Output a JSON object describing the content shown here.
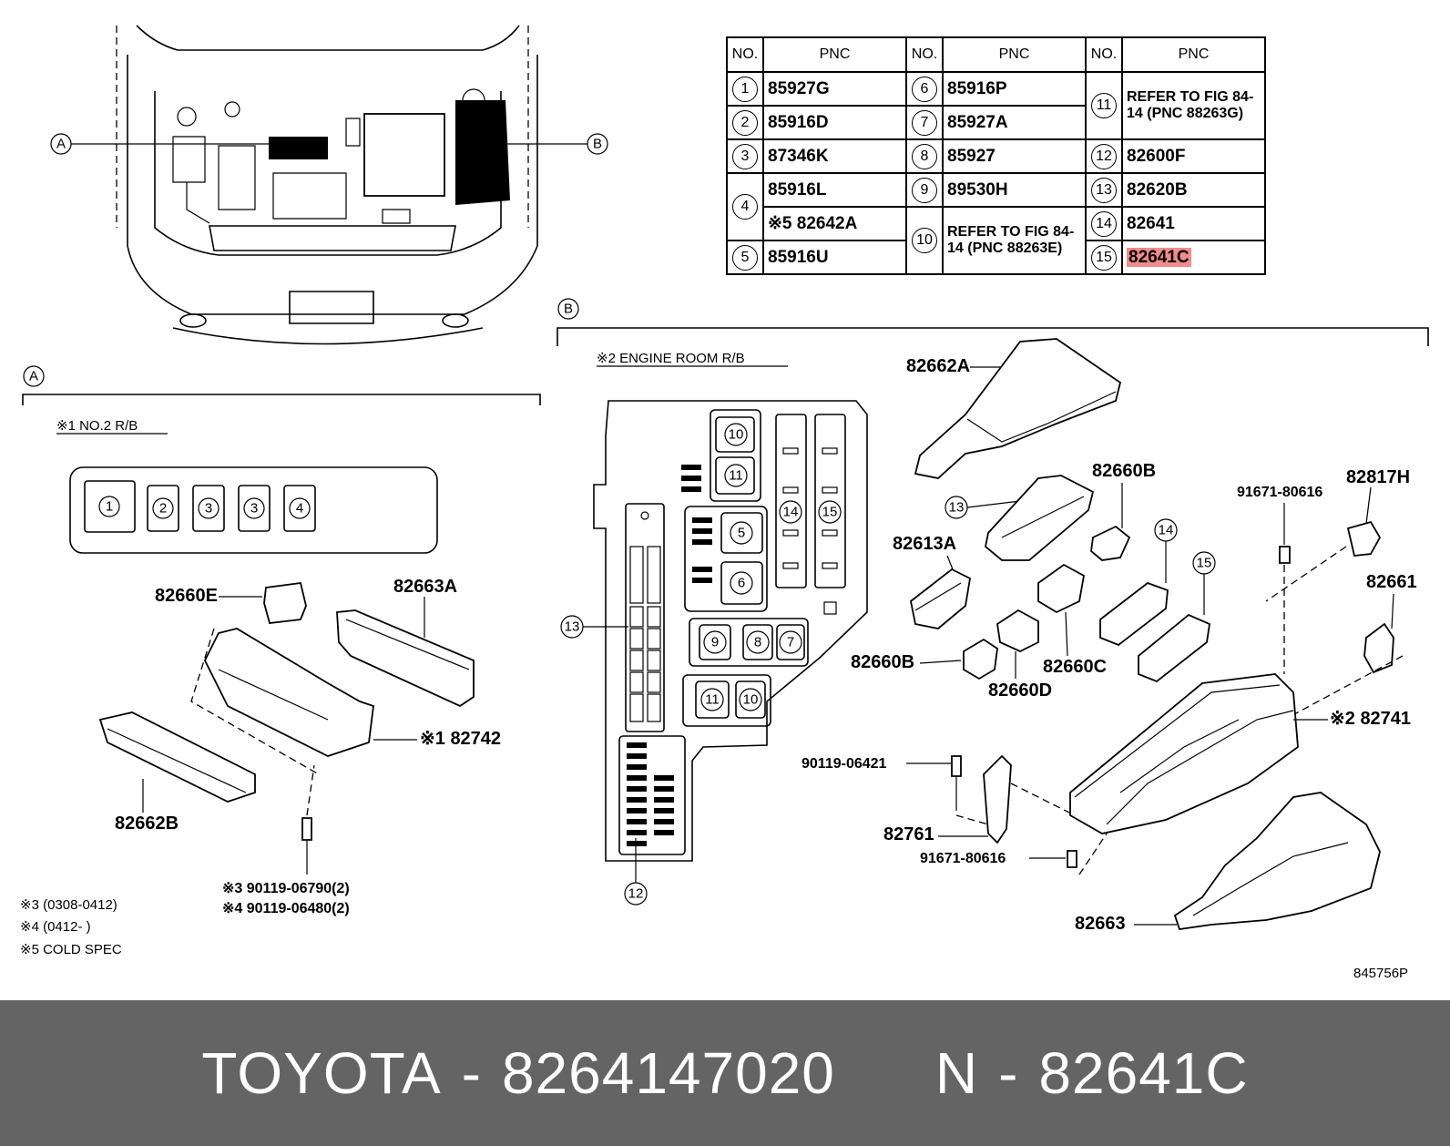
{
  "table": {
    "headers": [
      "NO.",
      "PNC",
      "NO.",
      "PNC",
      "NO.",
      "PNC"
    ],
    "col1": [
      {
        "no": "1",
        "pnc": "85927G"
      },
      {
        "no": "2",
        "pnc": "85916D"
      },
      {
        "no": "3",
        "pnc": "87346K"
      },
      {
        "no": "4",
        "pnc": "85916L",
        "pnc2": "※5 82642A"
      },
      {
        "no": "5",
        "pnc": "85916U"
      }
    ],
    "col2": [
      {
        "no": "6",
        "pnc": "85916P"
      },
      {
        "no": "7",
        "pnc": "85927A"
      },
      {
        "no": "8",
        "pnc": "85927"
      },
      {
        "no": "9",
        "pnc": "89530H"
      },
      {
        "no": "10",
        "pnc": "REFER TO FIG 84-14 (PNC 88263E)"
      }
    ],
    "col3": [
      {
        "no": "11",
        "pnc": "REFER TO FIG 84-14 (PNC 88263G)"
      },
      {
        "no": "12",
        "pnc": "82600F"
      },
      {
        "no": "13",
        "pnc": "82620B"
      },
      {
        "no": "14",
        "pnc": "82641"
      },
      {
        "no": "15",
        "pnc": "82641C"
      }
    ],
    "highlight_color": "#f28b8b"
  },
  "callouts": {
    "a": "A",
    "b": "B"
  },
  "section_a": {
    "title": "※1 NO.2 R/B",
    "fuse_numbers": [
      "1",
      "2",
      "3",
      "3",
      "4"
    ],
    "labels": {
      "p82660e": "82660E",
      "p82663a": "82663A",
      "p82742": "※1 82742",
      "p82662b": "82662B",
      "bolt3": "※3 90119-06790(2)",
      "bolt4": "※4 90119-06480(2)"
    }
  },
  "section_b": {
    "title": "※2 ENGINE ROOM R/B",
    "box_numbers": [
      "10",
      "11",
      "5",
      "6",
      "9",
      "8",
      "7",
      "11",
      "10",
      "14",
      "15",
      "13",
      "12"
    ],
    "labels": {
      "p82662a": "82662A",
      "p82660b_top": "82660B",
      "p82613a": "82613A",
      "p82660b": "82660B",
      "p82660d": "82660D",
      "p82660c": "82660C",
      "bolt_91671_top": "91671-80616",
      "p82817h": "82817H",
      "p82661": "82661",
      "p82741": "※2 82741",
      "bolt_90119": "90119-06421",
      "p82761": "82761",
      "bolt_91671_bottom": "91671-80616",
      "p82663": "82663",
      "n13": "13",
      "n14": "14",
      "n15": "15"
    }
  },
  "notes": {
    "n3": "※3 (0308-0412)",
    "n4": "※4 (0412-       )",
    "n5": "※5 COLD SPEC"
  },
  "figure_id": "845756P",
  "footer": {
    "brand": "TOYOTA",
    "sep1": "-",
    "part_number": "8264147020",
    "code_prefix": "N",
    "sep2": "-",
    "code": "82641C"
  }
}
